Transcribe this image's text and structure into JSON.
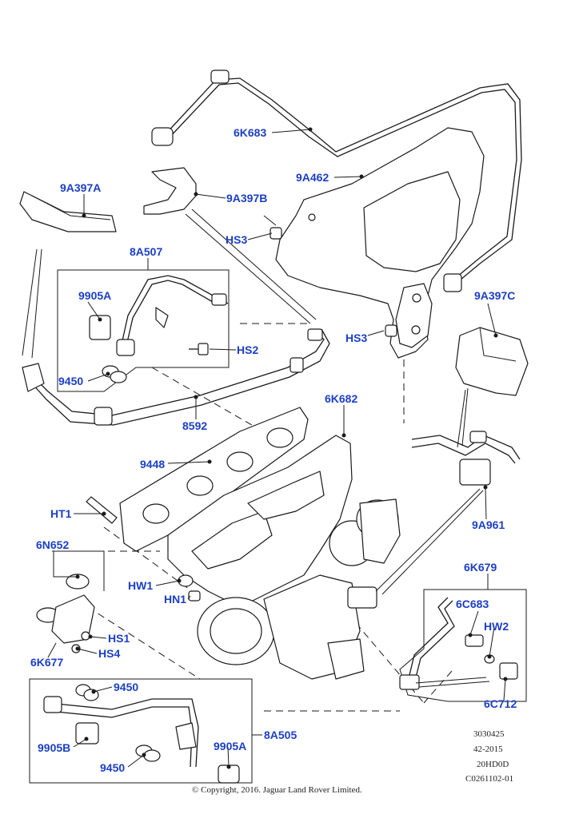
{
  "callouts": {
    "p6K683": "6K683",
    "p9A462": "9A462",
    "p9A397A": "9A397A",
    "p9A397B": "9A397B",
    "pHS3a": "HS3",
    "pHS3b": "HS3",
    "p8A507": "8A507",
    "p9905A_top": "9905A",
    "p9450_top": "9450",
    "pHS2": "HS2",
    "p8592": "8592",
    "p9A397C": "9A397C",
    "p6K682": "6K682",
    "p9448": "9448",
    "pHT1": "HT1",
    "p9A961": "9A961",
    "p6N652": "6N652",
    "pHW1": "HW1",
    "pHN1": "HN1",
    "p6K679": "6K679",
    "p6C683": "6C683",
    "pHW2": "HW2",
    "pHS1": "HS1",
    "pHS4": "HS4",
    "p6K677": "6K677",
    "p6C712": "6C712",
    "p9450_b1": "9450",
    "p9905B": "9905B",
    "p8A505": "8A505",
    "p9905A_b": "9905A",
    "p9450_b2": "9450"
  },
  "meta": {
    "line1": "3030425",
    "line2": "42-2015",
    "line3": "20HD0D",
    "line4": "C0261102-01"
  },
  "copyright": "© Copyright, 2016. Jaguar Land Rover Limited."
}
